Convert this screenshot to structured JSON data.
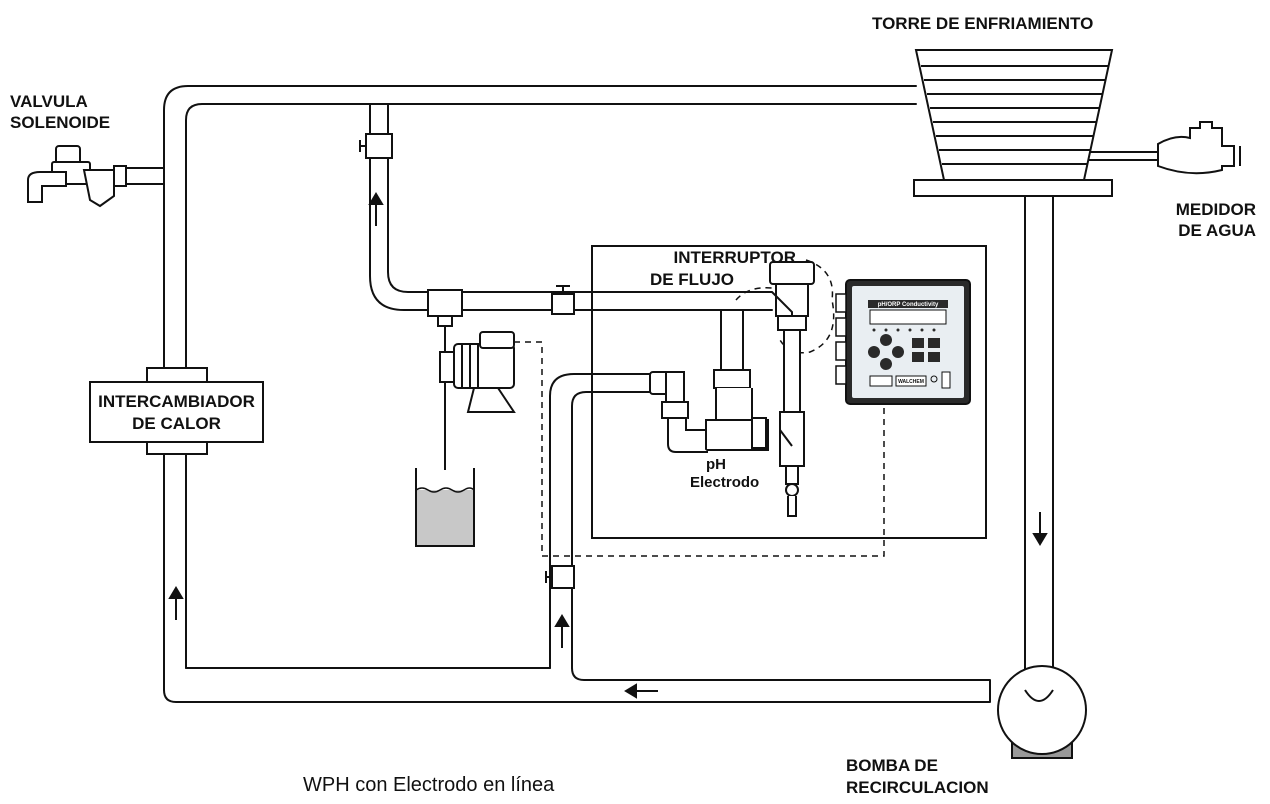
{
  "labels": {
    "cooling_tower": "TORRE DE ENFRIAMIENTO",
    "solenoid_valve_line1": "VALVULA",
    "solenoid_valve_line2": "SOLENOIDE",
    "water_meter_line1": "MEDIDOR",
    "water_meter_line2": "DE AGUA",
    "flow_switch_line1": "INTERRUPTOR",
    "flow_switch_line2": "DE FLUJO",
    "heat_exchanger_line1": "INTERCAMBIADOR",
    "heat_exchanger_line2": "DE CALOR",
    "ph_electrode_line1": "pH",
    "ph_electrode_line2": "Electrodo",
    "pump_line1": "BOMBA DE",
    "pump_line2": "RECIRCULACION",
    "controller_title": "pH/ORP Conductivity",
    "controller_brand": "WALCHEM"
  },
  "caption": "WPH con Electrodo en línea",
  "colors": {
    "line": "#111111",
    "tank_fluid": "#c8c8c8",
    "pump_base": "#999999",
    "controller_body": "#2a2a2a",
    "controller_panel": "#e9eef2"
  }
}
